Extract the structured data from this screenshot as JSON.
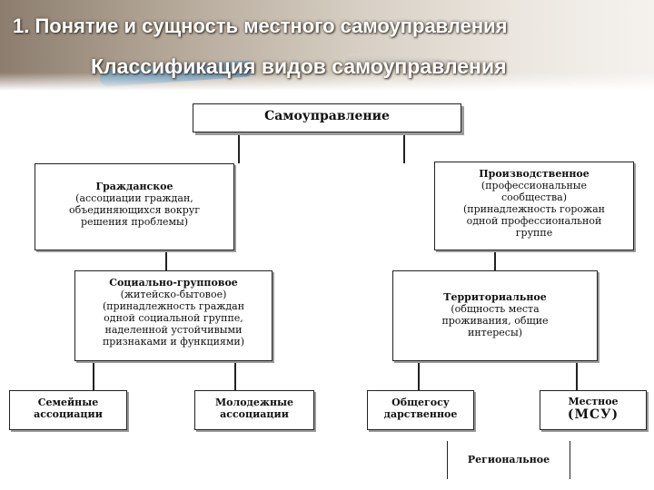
{
  "header": {
    "title_line1": "1. Понятие  и сущность местного самоуправления",
    "title_line2": "Классификация видов самоуправления"
  },
  "diagram": {
    "root": {
      "label": "Самоуправление"
    },
    "civil": {
      "title": "Гражданское",
      "lines": [
        "(ассоциации граждан,",
        "объединяющихся вокруг",
        "решения проблемы)"
      ]
    },
    "production": {
      "title": "Производственное",
      "lines": [
        "(профессиональные",
        "сообщества)",
        "(принадлежность горожан",
        "одной профессиональной",
        "группе"
      ]
    },
    "social_group": {
      "title": "Социально-групповое",
      "lines": [
        "(житейско-бытовое)",
        "(принадлежность граждан",
        "одной социальной группе,",
        "наделенной устойчивыми",
        "признаками и функциями)"
      ]
    },
    "territorial": {
      "title": "Территориальное",
      "lines": [
        "(общность места",
        "проживания, общие",
        "интересы)"
      ]
    },
    "family": {
      "lines": [
        "Семейные",
        "ассоциации"
      ]
    },
    "youth": {
      "lines": [
        "Молодежные",
        "ассоциации"
      ]
    },
    "state": {
      "lines": [
        "Общегосу",
        "дарственное"
      ]
    },
    "local": {
      "lines": [
        "Местное",
        "(МСУ)"
      ]
    },
    "regional": {
      "label": "Региональное"
    }
  }
}
